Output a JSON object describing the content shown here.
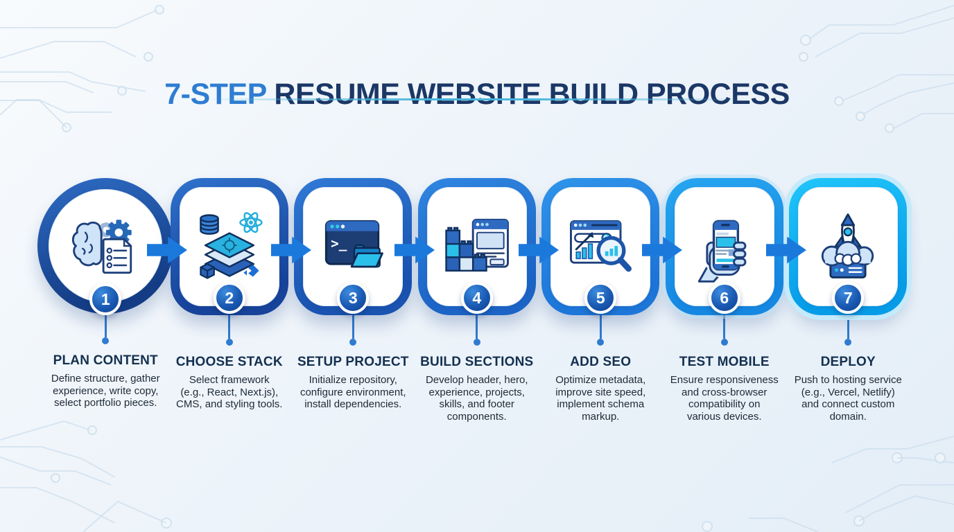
{
  "header": {
    "title_accent": "7-STEP",
    "title_rest": " RESUME WEBSITE BUILD PROCESS"
  },
  "steps": [
    {
      "number": "1",
      "title": "PLAN CONTENT",
      "description": "Define structure, gather\nexperience, write copy,\nselect portfolio pieces.",
      "icon": "brain-gear-checklist-icon"
    },
    {
      "number": "2",
      "title": "CHOOSE STACK",
      "description": "Select framework\n(e.g., React, Next.js),\nCMS, and styling tools.",
      "icon": "tech-stack-layers-icon"
    },
    {
      "number": "3",
      "title": "SETUP PROJECT",
      "description": "Initialize repository,\nconfigure environment,\ninstall dependencies.",
      "icon": "terminal-folder-icon"
    },
    {
      "number": "4",
      "title": "BUILD SECTIONS",
      "description": "Develop header, hero,\nexperience, projects,\nskills, and footer\ncomponents.",
      "icon": "blocks-webpage-icon"
    },
    {
      "number": "5",
      "title": "ADD SEO",
      "description": "Optimize metadata,\nimprove site speed,\nimplement schema\nmarkup.",
      "icon": "search-analytics-icon"
    },
    {
      "number": "6",
      "title": "TEST MOBILE",
      "description": "Ensure responsiveness\nand cross-browser\ncompatibility on\nvarious devices.",
      "icon": "hand-smartphone-icon"
    },
    {
      "number": "7",
      "title": "DEPLOY",
      "description": "Push to hosting service\n(e.g., Vercel, Netlify)\nand connect custom\ndomain.",
      "icon": "rocket-cloud-server-icon"
    }
  ],
  "terminal_prompt": ">_",
  "colors": {
    "title_accent": "#2e7dd1",
    "title_navy": "#1b3766",
    "arrow_blue": "#1b79dc",
    "badge_dark": "#0d3f8e",
    "badge_light": "#3c8ce0",
    "cyan": "#2bc0ea",
    "step7_track": "#0fb0f0",
    "step1_track": "#153d86",
    "underline_cyan": "#49b6dc",
    "background": "#eef4fa"
  }
}
